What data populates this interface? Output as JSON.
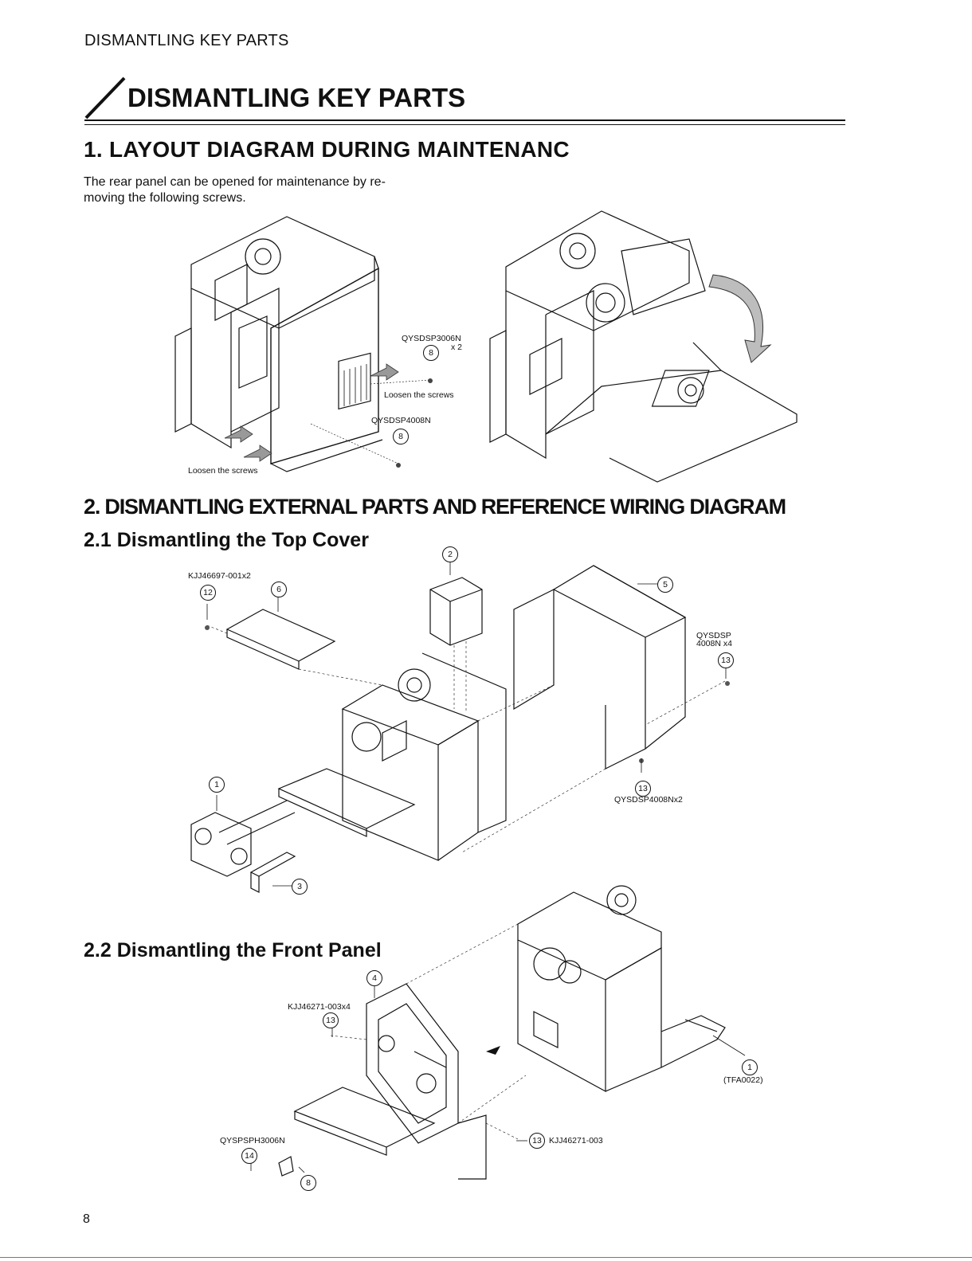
{
  "header": {
    "running": "DISMANTLING KEY PARTS"
  },
  "title": "DISMANTLING KEY PARTS",
  "section1": {
    "heading": "1.   LAYOUT DIAGRAM DURING MAINTENANC",
    "text_line1": "The rear panel can be opened for maintenance by re-",
    "text_line2": "moving the following screws.",
    "callouts": {
      "screw_a_part": "QYSDSP3006N",
      "screw_a_qty": "x 2",
      "screw_a_num": "8",
      "loosen_right": "Loosen the screws",
      "screw_b_part": "QYSDSP4008N",
      "screw_b_num": "8",
      "loosen_left": "Loosen the screws"
    }
  },
  "section2": {
    "heading": "2.   DISMANTLING EXTERNAL PARTS AND REFERENCE WIRING DIAGRAM",
    "sub1": {
      "heading": "2.1   Dismantling the Top Cover",
      "labels": {
        "kjj_top": "KJJ46697-001x2",
        "n12": "12",
        "n6": "6",
        "n2": "2",
        "n5": "5",
        "qysdsp_line1": "QYSDSP",
        "qysdsp_line2": "4008N x4",
        "n13a": "13",
        "n1": "1",
        "n13b": "13",
        "qysdsp_x2": "QYSDSP4008Nx2",
        "n3": "3"
      }
    },
    "sub2": {
      "heading": "2.2   Dismantling the Front Panel",
      "labels": {
        "n4": "4",
        "kjj_x4": "KJJ46271-003x4",
        "n13a": "13",
        "n1": "1",
        "tfa": "(TFA0022)",
        "n13b": "13",
        "kjj_single": "KJJ46271-003",
        "qyspsph": "QYSPSPH3006N",
        "n14": "14",
        "n8": "8"
      }
    }
  },
  "footer": {
    "page_number": "8"
  }
}
